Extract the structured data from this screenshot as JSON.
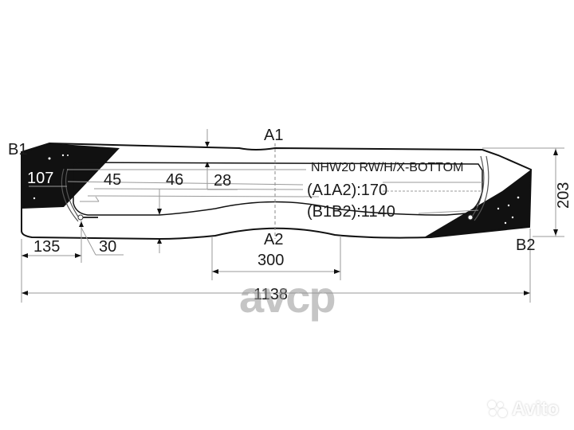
{
  "drawing": {
    "part_code": "NHW20 RW/H/X-BOTTOM",
    "a1a2_label": "(A1A2):170",
    "b1b2_label": "(B1B2):1140",
    "points": {
      "a1": "A1",
      "a2": "A2",
      "b1": "B1",
      "b2": "B2"
    },
    "dimensions": {
      "d107": "107",
      "d45": "45",
      "d46": "46",
      "d28": "28",
      "d135": "135",
      "d30": "30",
      "d300": "300",
      "d1138": "1138",
      "d203": "203"
    },
    "colors": {
      "line": "#111111",
      "ceramic_band": "#111111",
      "dimension_line": "#9a9a9a"
    }
  },
  "watermarks": {
    "center": "avcp",
    "corner": "Avito"
  }
}
